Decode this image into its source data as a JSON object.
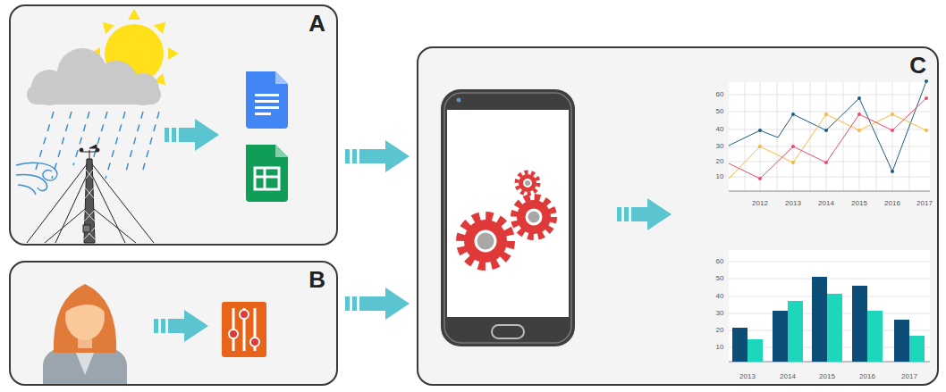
{
  "diagram": {
    "nodes": [
      {
        "text": [
          "A"
        ]
      },
      {
        "text": [
          "B"
        ]
      },
      {
        "text": [
          "C"
        ]
      }
    ],
    "edges": [
      {
        "from": 0,
        "to": 2,
        "arrow": "to"
      },
      {
        "from": 1,
        "to": 2,
        "arrow": "to"
      }
    ],
    "labels": [
      "60",
      "50",
      "40",
      "30",
      "20",
      "10",
      "2012",
      "2013",
      "2014",
      "2015",
      "2016",
      "2017",
      "60",
      "50",
      "40",
      "30",
      "20",
      "10",
      "2013",
      "2014",
      "2015",
      "2016",
      "2017"
    ]
  }
}
